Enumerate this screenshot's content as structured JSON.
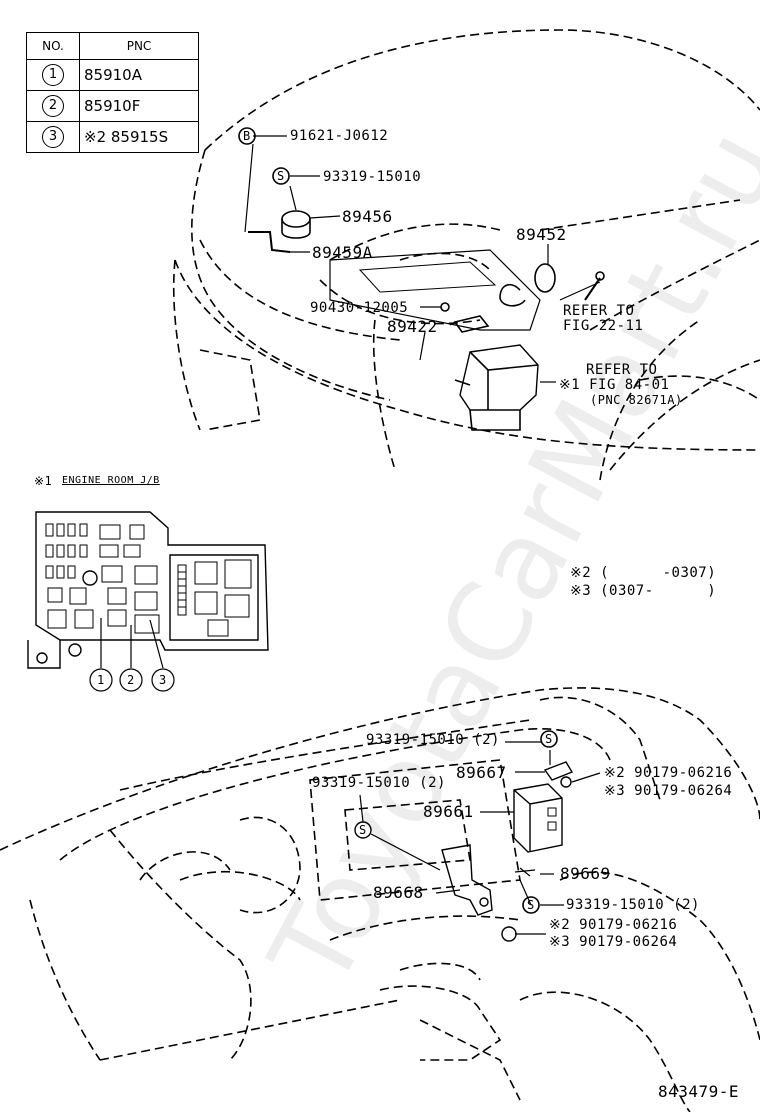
{
  "table": {
    "headers": {
      "no": "NO.",
      "pnc": "PNC"
    },
    "rows": [
      {
        "no": "1",
        "pnc": "85910A"
      },
      {
        "no": "2",
        "pnc": "85910F"
      },
      {
        "no": "3",
        "pnc": "※2 85915S"
      }
    ]
  },
  "engine_labels": {
    "bolt_b": "91621-J0612",
    "screw_s": "93319-15010",
    "p89456": "89456",
    "p89459a": "89459A",
    "p89452": "89452",
    "p90430": "90430-12005",
    "p89422": "89422",
    "refer1_line1": "REFER TO",
    "refer1_line2": "FIG 22-11",
    "refer2_line1": "REFER TO",
    "refer2_line2": "※1 FIG 84-01",
    "refer2_line3": "(PNC 82671A)"
  },
  "jb": {
    "title": "※1",
    "title_text": "ENGINE ROOM J/B",
    "callouts": [
      "1",
      "2",
      "3"
    ]
  },
  "notes": {
    "n2": "※2 (      -0307)",
    "n3": "※3 (0307-      )"
  },
  "dash_labels": {
    "s1": "93319-15010 (2)",
    "s2": "93319-15010 (2)",
    "p89667": "89667",
    "p89661": "89661",
    "p89668": "89668",
    "p89669": "89669",
    "s3": "93319-15010 (2)",
    "r1a": "※2 90179-06216",
    "r1b": "※3 90179-06264",
    "r2a": "※2 90179-06216",
    "r2b": "※3 90179-06264"
  },
  "markers": {
    "b": "B",
    "s": "S"
  },
  "watermark": "ToyotaCarMart.ru",
  "figure_code": "843479-E"
}
